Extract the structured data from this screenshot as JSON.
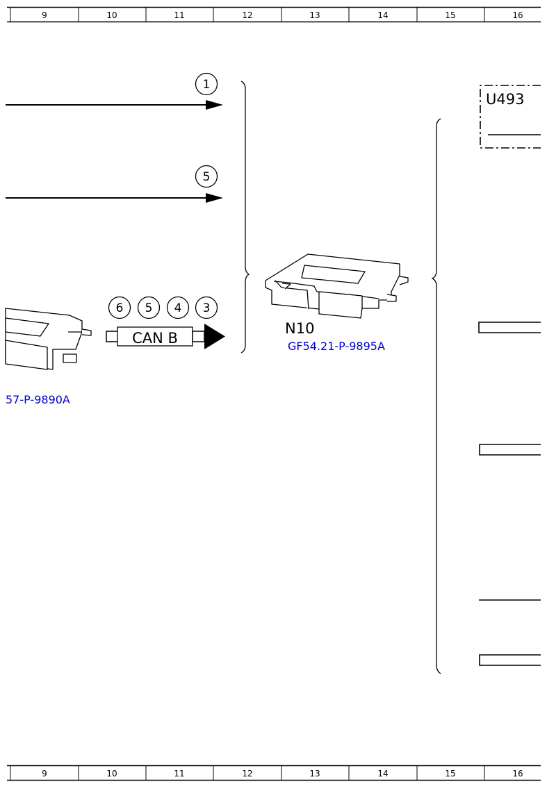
{
  "ruler": {
    "top": [
      "9",
      "10",
      "11",
      "12",
      "13",
      "14",
      "15",
      "16"
    ],
    "bottom": [
      "9",
      "10",
      "11",
      "12",
      "13",
      "14",
      "15",
      "16"
    ]
  },
  "arrows": {
    "arrow_1_label": "1",
    "arrow_5_label": "5"
  },
  "can_bus": {
    "bubbles": [
      "6",
      "5",
      "4",
      "3"
    ],
    "label": "CAN B"
  },
  "modules": {
    "left_ref": "57-P-9890A",
    "n10_label": "N10",
    "n10_ref": "GF54.21-P-9895A",
    "u493_label": "U493"
  },
  "colors": {
    "line": "#000000",
    "link": "#0000cc"
  }
}
